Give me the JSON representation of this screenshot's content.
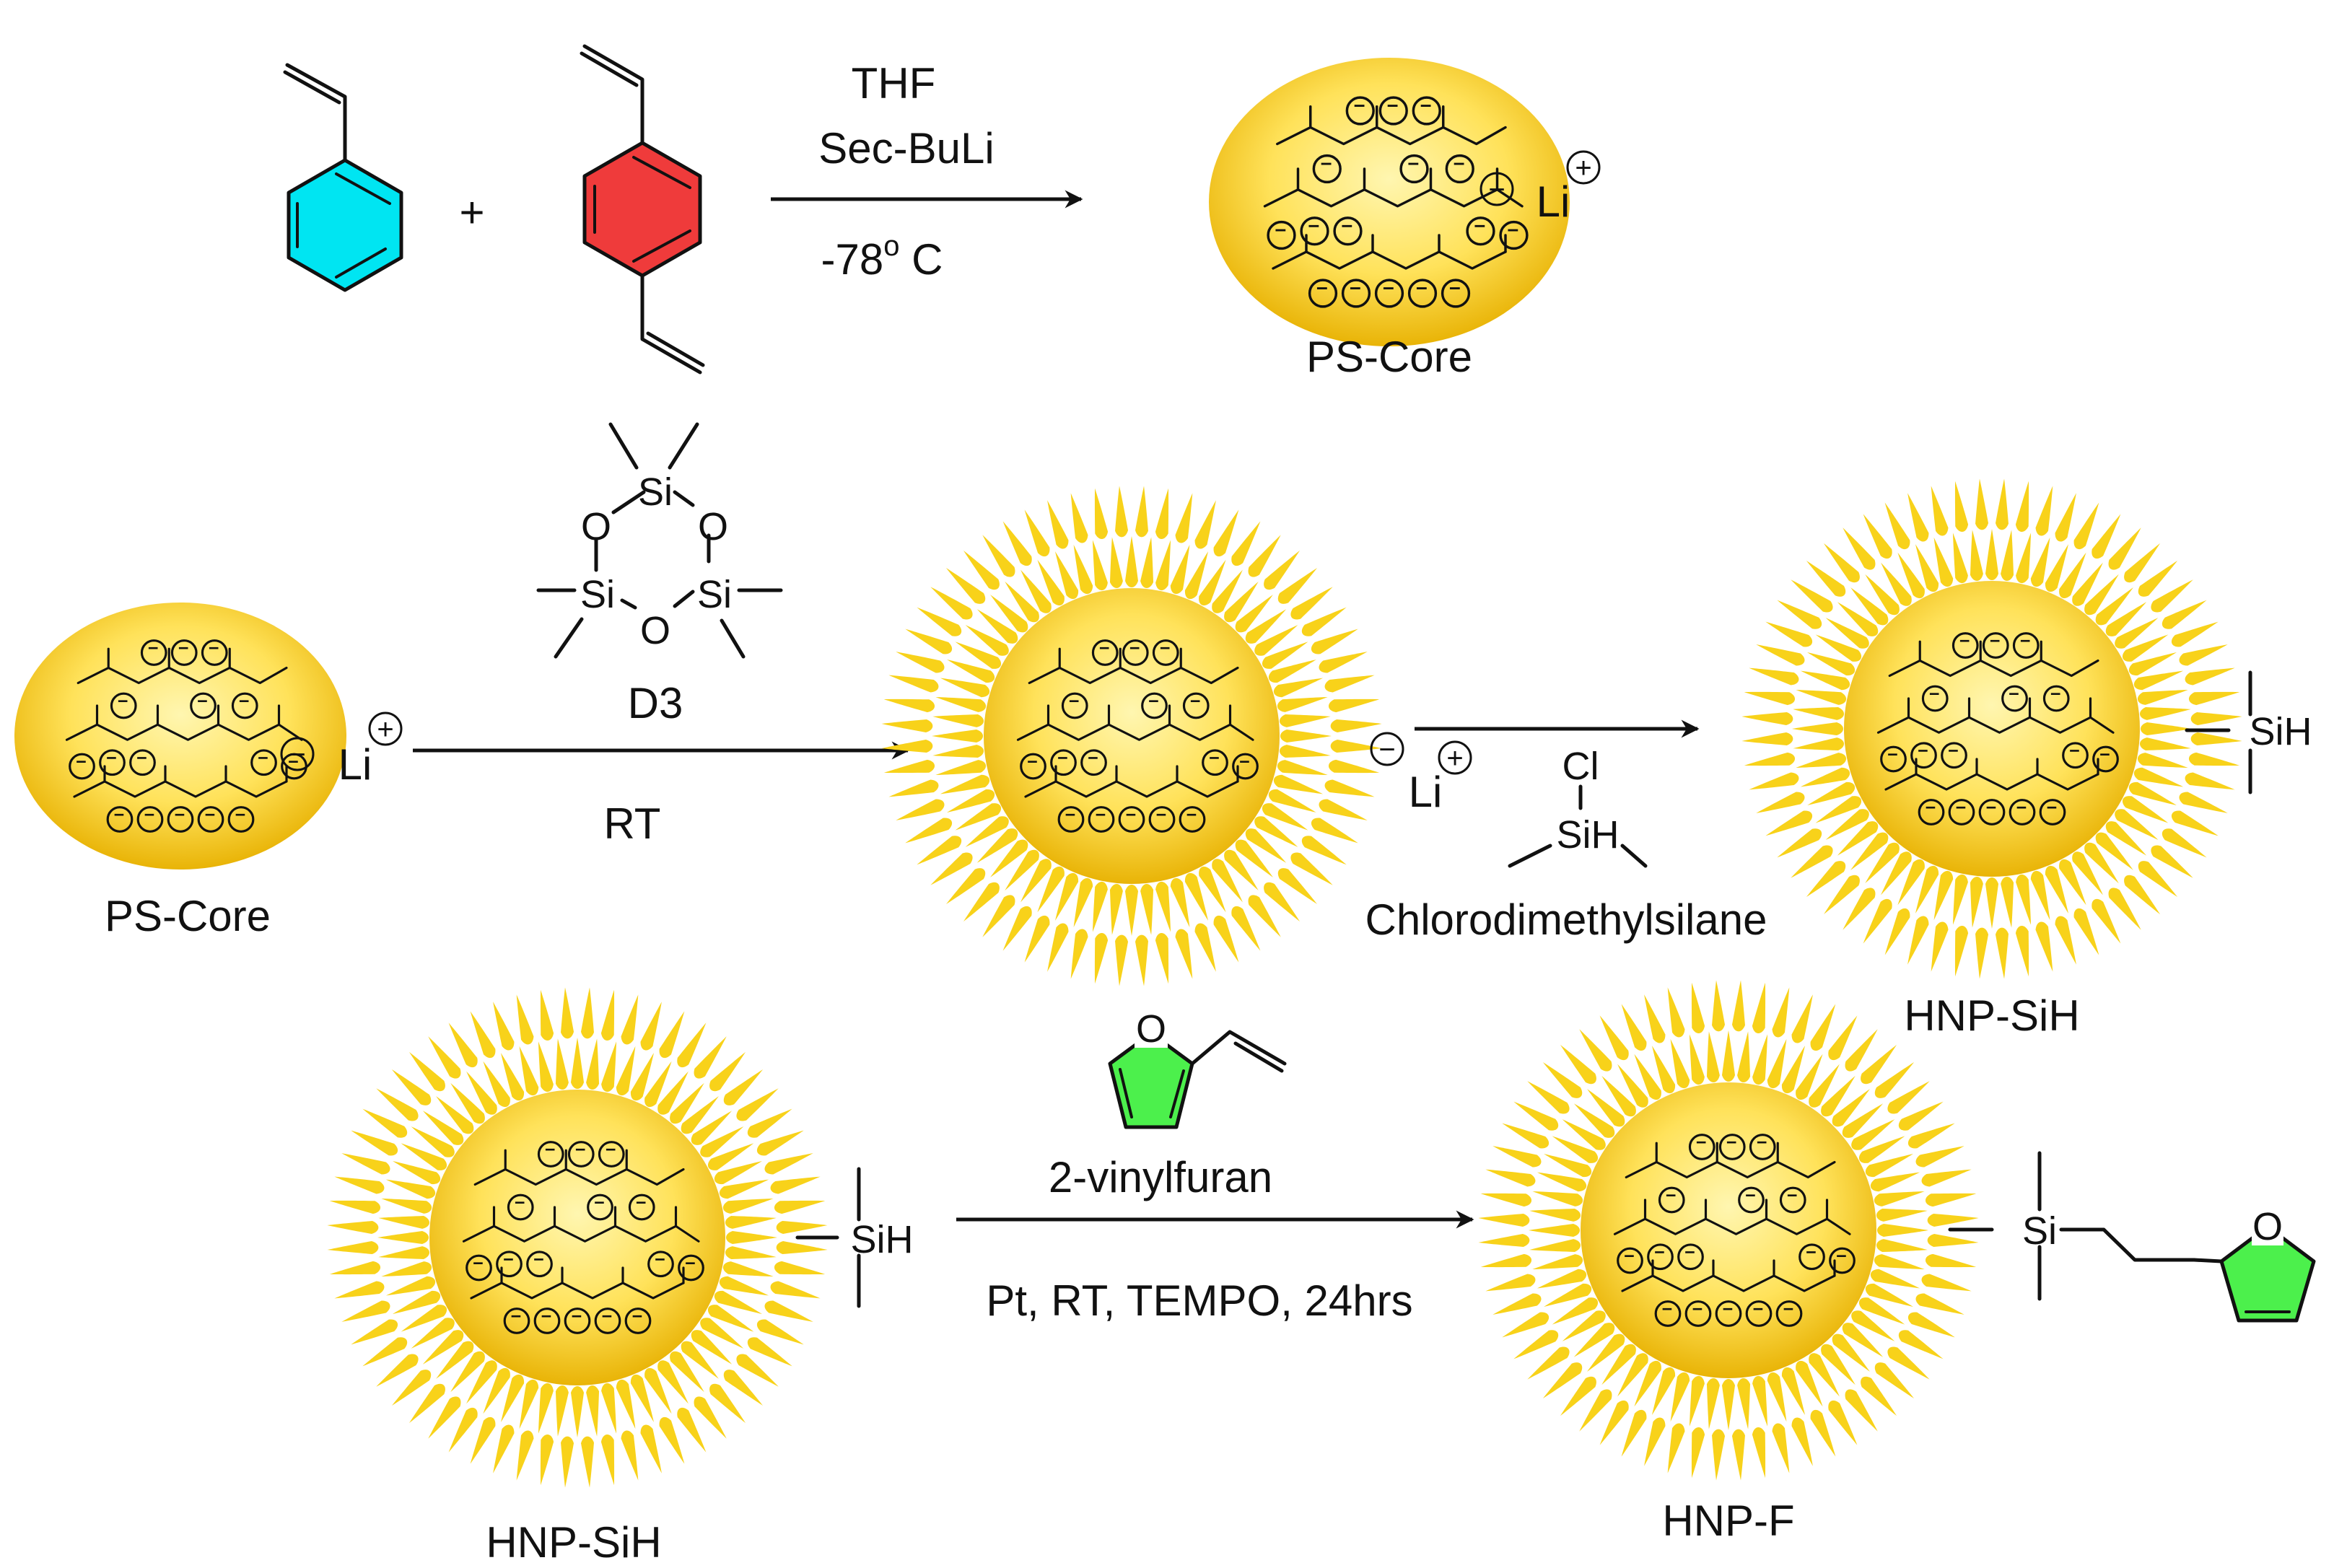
{
  "colors": {
    "styrene_ring": "#00e5f2",
    "dvb_ring": "#ef3b3b",
    "furan_ring": "#4cf04c",
    "core_light": "#fff6b0",
    "core_dark": "#e7b000",
    "corona_petal": "#f8d21a"
  },
  "reaction1": {
    "plus": "+",
    "cond_top1": "THF",
    "cond_top2": "Sec-BuLi",
    "cond_bottom": "-78",
    "cond_bottom_sup": "o",
    "cond_bottom_unit": " C",
    "product_label": "PS-Core"
  },
  "reaction2": {
    "start_label": "PS-Core",
    "reagent_label": "D3",
    "d3_atoms": {
      "si": "Si",
      "o": "O"
    },
    "cond_bottom": "RT"
  },
  "reaction3": {
    "reagent_cl": "Cl",
    "reagent_sih": "SiH",
    "reagent_label": "Chlorodimethylsilane",
    "product_label": "HNP-SiH",
    "product_group": "SiH"
  },
  "reaction4": {
    "start_label": "HNP-SiH",
    "start_group": "SiH",
    "furan_o": "O",
    "reagent_label": "2-vinylfuran",
    "cond_bottom": "Pt, RT,  TEMPO, 24hrs",
    "product_label": "HNP-F",
    "product_si": "Si",
    "product_furan_o": "O"
  },
  "ion_pair": {
    "minus": "−",
    "plus": "+",
    "li": "Li"
  }
}
